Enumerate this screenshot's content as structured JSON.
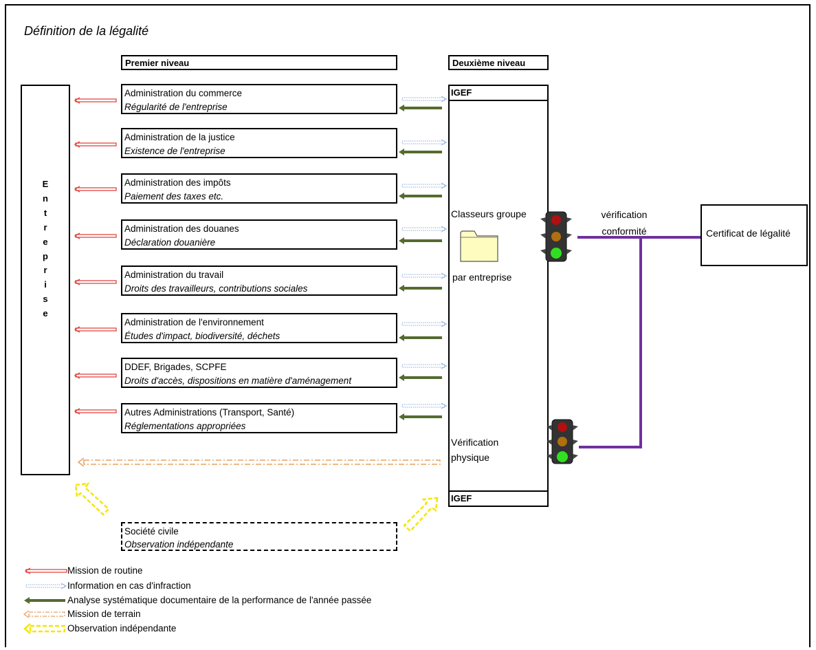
{
  "title": "Définition de la légalité",
  "headers": {
    "first_level": "Premier niveau",
    "second_level": "Deuxième niveau"
  },
  "entreprise": "Entreprise",
  "entreprise_letters": [
    "E",
    "n",
    "t",
    "r",
    "e",
    "p",
    "r",
    "i",
    "s",
    "e"
  ],
  "administrations": [
    {
      "name": "Administration du commerce",
      "subject": "Régularité de l'entreprise"
    },
    {
      "name": "Administration de la justice",
      "subject": "Existence de l'entreprise"
    },
    {
      "name": "Administration des impôts",
      "subject": "Paiement des taxes etc."
    },
    {
      "name": "Administration des douanes",
      "subject": "Déclaration douanière"
    },
    {
      "name": "Administration du travail",
      "subject": "Droits des travailleurs, contributions sociales"
    },
    {
      "name": "Administration de l'environnement",
      "subject": "Études d'impact, biodiversité, déchets"
    },
    {
      "name": "DDEF, Brigades,  SCPFE",
      "subject": "Droits d'accès, dispositions en matière d'aménagement"
    },
    {
      "name": "Autres Administrations (Transport, Santé)",
      "subject": "Réglementations appropriées"
    }
  ],
  "civil_society": {
    "name": "Société civile",
    "subject": "Observation indépendante"
  },
  "second_level_box": {
    "igef_top": "IGEF",
    "igef_bottom": "IGEF",
    "classeurs": "Classeurs groupe",
    "par_entreprise": "par entreprise",
    "verification_1": "Vérification",
    "verification_2": "physique"
  },
  "verification_label_1": "vérification",
  "verification_label_2": "conformité",
  "certificate": "Certificat de légalité",
  "legend": [
    {
      "icon": "red-outline-arrow",
      "label": "Mission de routine"
    },
    {
      "icon": "blue-dotted-arrow",
      "label": "Information en cas d'infraction"
    },
    {
      "icon": "green-solid-arrow",
      "label": "Analyse systématique documentaire de la performance de l'année passée"
    },
    {
      "icon": "orange-dashed-arrow",
      "label": "Mission de terrain"
    },
    {
      "icon": "yellow-dashed-arrow",
      "label": "Observation indépendante"
    }
  ],
  "colors": {
    "red_arrow": "#e0403a",
    "blue_arrow": "#9fb8e0",
    "green_arrow": "#556b2f",
    "orange_arrow": "#e8a060",
    "yellow_arrow": "#f5e600",
    "purple_line": "#7030a0",
    "folder": "#fffcc0"
  }
}
